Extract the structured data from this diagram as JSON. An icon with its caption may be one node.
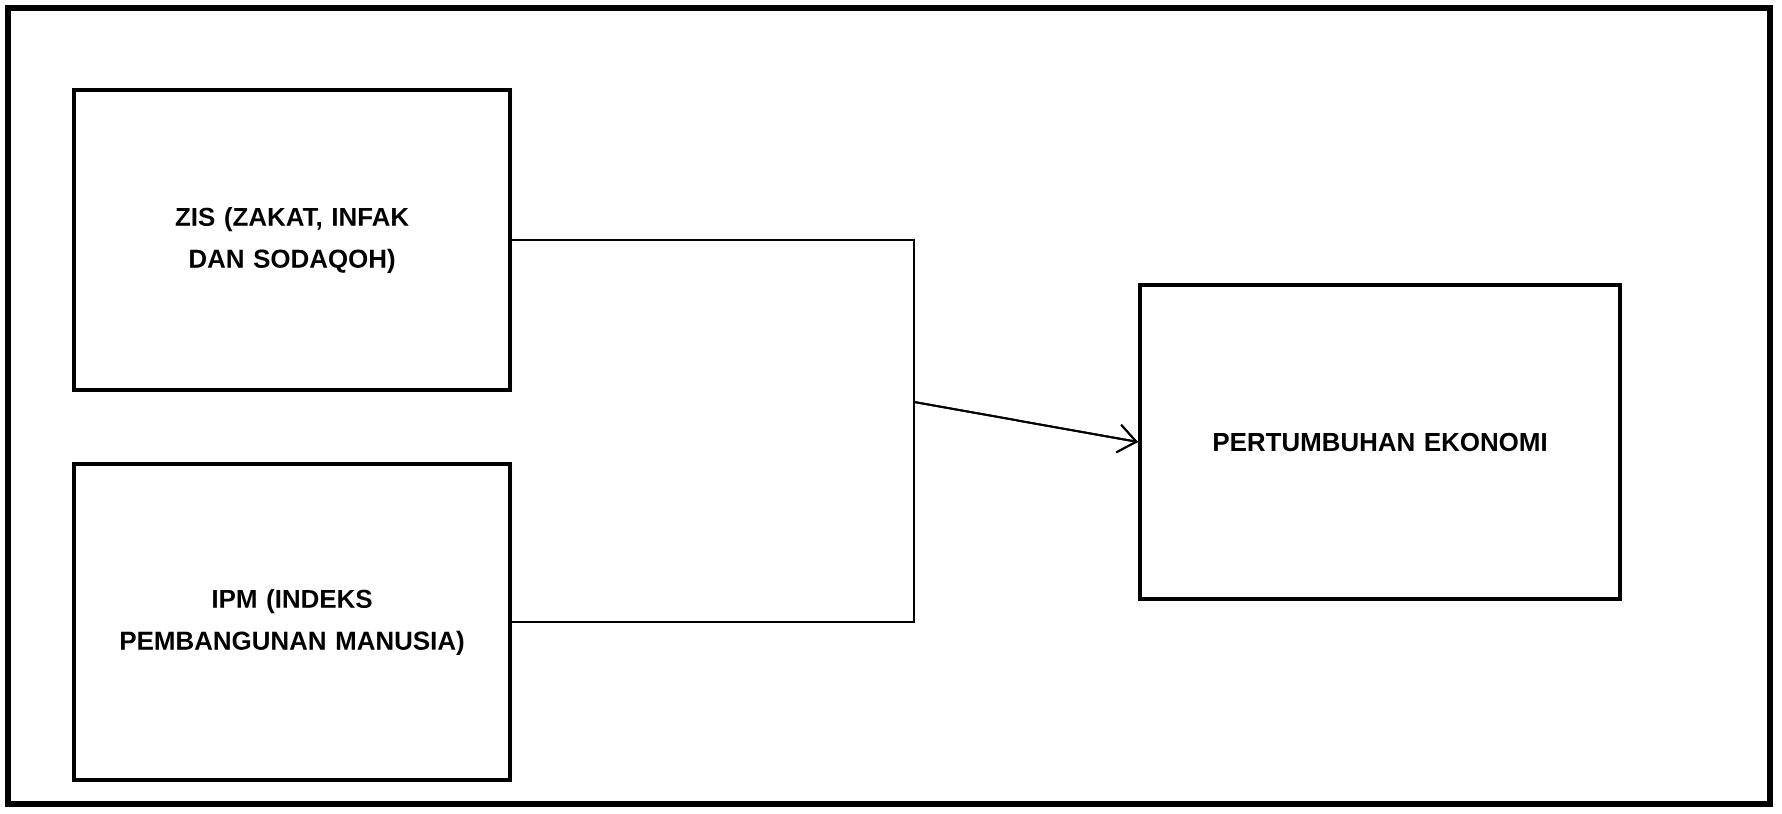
{
  "diagram": {
    "nodes": [
      {
        "text": [
          "ZIS (ZAKAT, INFAK DAN SODAQOH)"
        ]
      },
      {
        "text": [
          "IPM (INDEKS PEMBANGUNAN MANUSIA)"
        ]
      },
      {
        "text": [
          "PERTUMBUHAN EKONOMI"
        ]
      }
    ],
    "edges": [
      {
        "from": 0,
        "to": 2,
        "arrow": "to"
      },
      {
        "from": 1,
        "to": 2,
        "arrow": "to"
      }
    ]
  }
}
